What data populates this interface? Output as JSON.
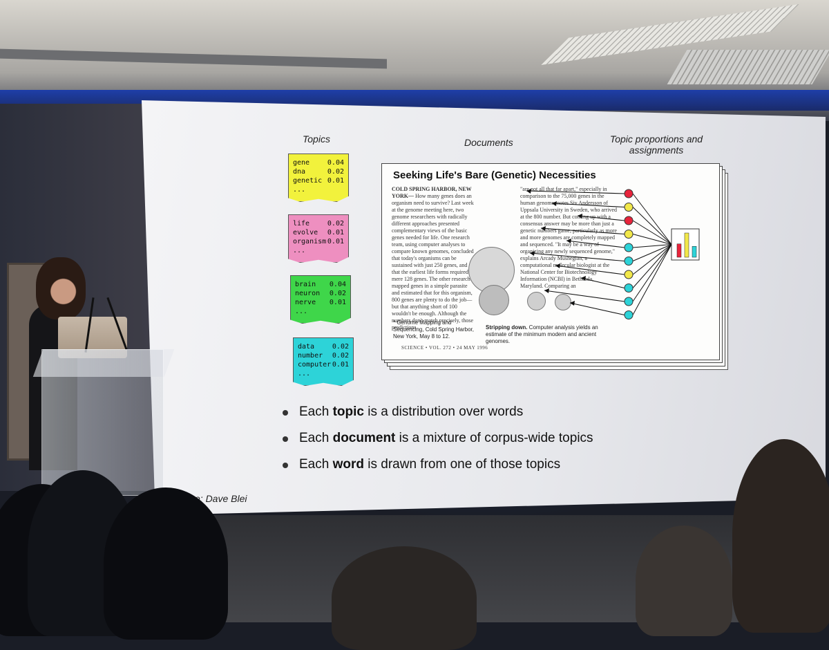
{
  "slide": {
    "col_topics": "Topics",
    "col_documents": "Documents",
    "col_proportions": "Topic proportions and assignments",
    "topics": [
      {
        "color": "#f2f23c",
        "words": [
          [
            "gene",
            "0.04"
          ],
          [
            "dna",
            "0.02"
          ],
          [
            "genetic",
            "0.01"
          ],
          [
            "...",
            ""
          ]
        ]
      },
      {
        "color": "#ee8fc0",
        "words": [
          [
            "life",
            "0.02"
          ],
          [
            "evolve",
            "0.01"
          ],
          [
            "organism",
            "0.01"
          ],
          [
            "...",
            ""
          ]
        ]
      },
      {
        "color": "#3fd64a",
        "words": [
          [
            "brain",
            "0.04"
          ],
          [
            "neuron",
            "0.02"
          ],
          [
            "nerve",
            "0.01"
          ],
          [
            "...",
            ""
          ]
        ]
      },
      {
        "color": "#2dd3d8",
        "words": [
          [
            "data",
            "0.02"
          ],
          [
            "number",
            "0.02"
          ],
          [
            "computer",
            "0.01"
          ],
          [
            "...",
            ""
          ]
        ]
      }
    ],
    "document": {
      "title": "Seeking Life's Bare (Genetic) Necessities",
      "dateline": "COLD SPRING HARBOR, NEW YORK—",
      "body_left": "How many genes does an organism need to survive? Last week at the genome meeting here, two genome researchers with radically different approaches presented complementary views of the basic genes needed for life. One research team, using computer analyses to compare known genomes, concluded that today's organisms can be sustained with just 250 genes, and that the earliest life forms required a mere 128 genes. The other researcher mapped genes in a simple parasite and estimated that for this organism, 800 genes are plenty to do the job—but that anything short of 100 wouldn't be enough. Although the numbers don't match precisely, those predictions",
      "body_right": "\"are not all that far apart,\" especially in comparison to the 75,000 genes in the human genome, notes Siv Andersson of Uppsala University in Sweden, who arrived at the 800 number. But coming up with a consensus answer may be more than just a genetic numbers game, particularly as more and more genomes are completely mapped and sequenced. \"It may be a way of organizing any newly sequenced genome,\" explains Arcady Mushegian, a computational molecular biologist at the National Center for Biotechnology Information (NCBI) in Bethesda, Maryland. Comparing an",
      "footnote": "* Genome Mapping and Sequencing, Cold Spring Harbor, New York, May 8 to 12.",
      "fig_caption_bold": "Stripping down.",
      "fig_caption": "Computer analysis yields an estimate of the minimum modern and ancient genomes.",
      "footer": "SCIENCE • VOL. 272 • 24 MAY 1996"
    },
    "assignment_colors": [
      "#e8243c",
      "#f2e84a",
      "#e8243c",
      "#f2e84a",
      "#2dd3d8",
      "#2dd3d8",
      "#f2e84a",
      "#2dd3d8",
      "#2dd3d8",
      "#2dd3d8"
    ],
    "proportions": [
      {
        "color": "#e8243c",
        "value": 0.55
      },
      {
        "color": "#f2e84a",
        "value": 1.0
      },
      {
        "color": "#2dd3d8",
        "value": 0.45
      }
    ],
    "bullets": [
      {
        "pre": "Each ",
        "bold": "topic",
        "post": " is a distribution over words"
      },
      {
        "pre": "Each ",
        "bold": "document",
        "post": " is a mixture of corpus-wide topics"
      },
      {
        "pre": "Each ",
        "bold": "word",
        "post": " is drawn from one of those topics"
      }
    ],
    "credit": "e: Dave Blei"
  }
}
